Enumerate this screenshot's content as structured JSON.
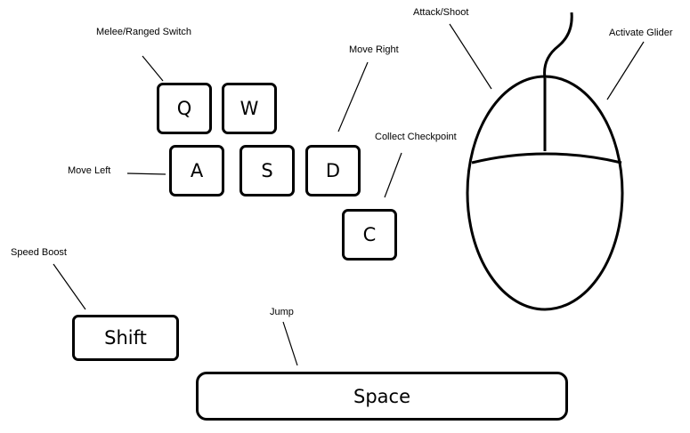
{
  "keys": {
    "q": "Q",
    "w": "W",
    "a": "A",
    "s": "S",
    "d": "D",
    "c": "C",
    "shift": "Shift",
    "space": "Space"
  },
  "labels": {
    "melee_ranged_switch": "Melee/Ranged Switch",
    "move_right": "Move Right",
    "move_left": "Move Left",
    "collect_checkpoint": "Collect Checkpoint",
    "speed_boost": "Speed Boost",
    "jump": "Jump",
    "attack_shoot": "Attack/Shoot",
    "activate_glider": "Activate Glider"
  }
}
